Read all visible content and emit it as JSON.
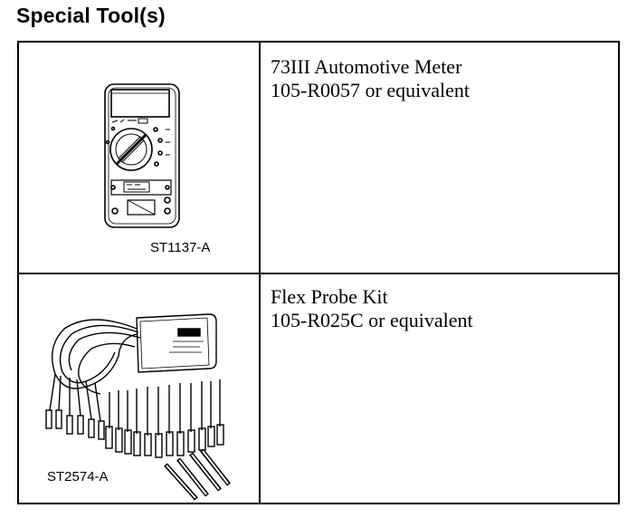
{
  "heading": "Special Tool(s)",
  "tools": [
    {
      "figure_id": "ST1137-A",
      "name": "73III Automotive Meter",
      "part": "105-R0057 or equivalent",
      "icon": "multimeter-illustration"
    },
    {
      "figure_id": "ST2574-A",
      "name": "Flex Probe Kit",
      "part": "105-R025C or equivalent",
      "icon": "probe-kit-illustration"
    }
  ]
}
